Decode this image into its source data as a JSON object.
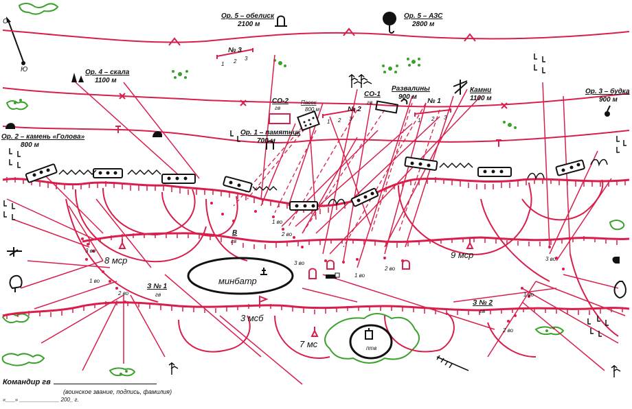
{
  "landmarks": {
    "lm5a": {
      "label": "Ор. 5 – обелиск",
      "dist": "2100 м"
    },
    "lm5b": {
      "label": "Ор. 5 – АЗС",
      "dist": "2800 м"
    },
    "lm4": {
      "label": "Ор. 4 – скала",
      "dist": "1100 м"
    },
    "lm3": {
      "label": "Ор. 3 – будка",
      "dist": "900 м"
    },
    "lm2": {
      "label": "Ор. 2 – камень «Голова»",
      "dist": "800 м"
    },
    "lm1": {
      "label": "Ор. 1 – памятник",
      "dist": "700 м"
    },
    "razvaliny": {
      "label": "Развалины",
      "dist": "900 м"
    },
    "kamni": {
      "label": "Камни",
      "dist": "1100 м"
    },
    "pasek": {
      "label": "Пасек",
      "dist": "800 м"
    }
  },
  "compass": {
    "north": "С",
    "south": "Ю"
  },
  "positions": {
    "co1": "СО-1",
    "co2": "СО-2",
    "gv": "гв",
    "n1": "№ 1",
    "n2": "№ 2",
    "n3": "№ 3",
    "z1": "З № 1",
    "z2": "З № 2",
    "v": "В",
    "t1": "1",
    "t2": "2",
    "t3": "3"
  },
  "units": {
    "msr8": "8 мср",
    "msr9": "9 мср",
    "msb3": "3 мсб",
    "mc7": "7 мс",
    "minbatr": "минбатр",
    "ptv": "птв",
    "v1": "1 во",
    "v2": "2 во",
    "v3": "3 во"
  },
  "footer": {
    "commander": "Командир гв",
    "note": "(воинское звание, подпись, фамилия)",
    "date": "«___» _____________ 200_ г."
  },
  "colors": {
    "lines": "#d81e4a",
    "terrain": "#3aa12b",
    "ink": "#111111"
  }
}
